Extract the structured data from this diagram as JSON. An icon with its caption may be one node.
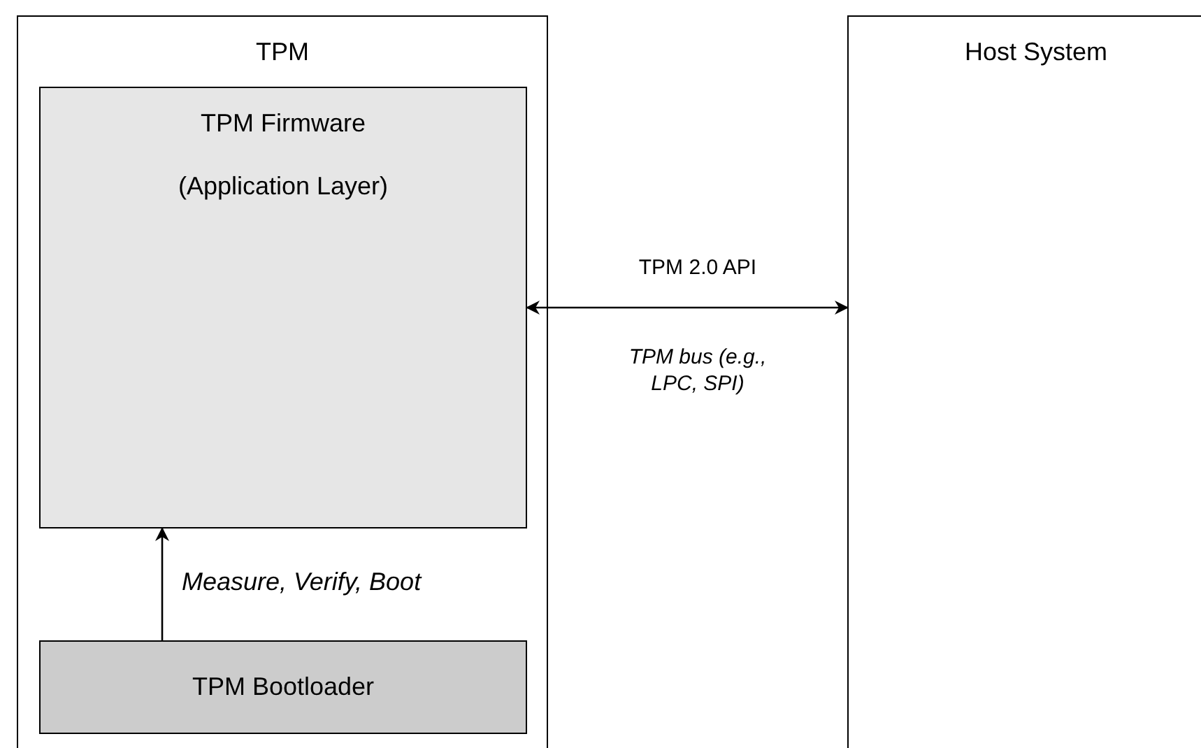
{
  "diagram": {
    "nodes": [
      {
        "text": [
          "TPM"
        ]
      },
      {
        "text": [
          "TPM Firmware",
          "(Application Layer)"
        ],
        "in": 0
      },
      {
        "text": [
          "TPM Bootloader"
        ],
        "in": 0
      },
      {
        "text": [
          "Host System"
        ]
      }
    ],
    "edges": [
      {
        "from": 2,
        "to": 1,
        "arrow": "to",
        "label": "Measure, Verify, Boot"
      },
      {
        "from": 1,
        "to": 3,
        "arrow": "both",
        "label": "TPM 2.0 API"
      }
    ],
    "labels": [
      "TPM bus (e.g., LPC, SPI)"
    ]
  }
}
